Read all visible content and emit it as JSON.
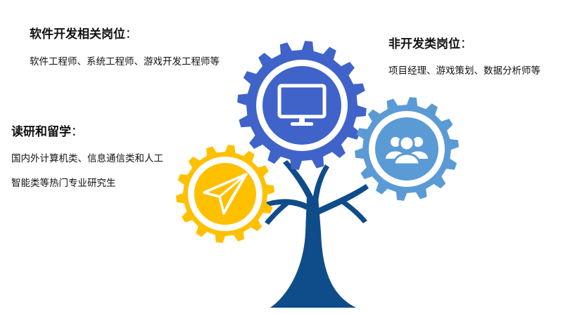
{
  "sections": {
    "software_dev": {
      "title": "软件开发相关岗位",
      "desc": "软件工程师、系统工程师、游戏开发工程师等"
    },
    "non_dev": {
      "title": "非开发类岗位",
      "desc": "项目经理、游戏策划、数据分析师等"
    },
    "study": {
      "title": "读研和留学",
      "desc_line1": "国内外计算机类、信息通信类和人工",
      "desc_line2": "智能类等热门专业研究生"
    }
  },
  "colon": "：",
  "gears": [
    {
      "name": "monitor-gear",
      "color": "#3F63C8",
      "icon": "monitor-icon"
    },
    {
      "name": "people-gear",
      "color": "#5B9BD5",
      "icon": "people-icon"
    },
    {
      "name": "paper-plane-gear",
      "color": "#FFC000",
      "icon": "paper-plane-icon"
    }
  ],
  "colors": {
    "tree": "#0F4C8A",
    "gear_blue": "#3F63C8",
    "gear_light_blue": "#5B9BD5",
    "gear_yellow": "#FFC000"
  }
}
